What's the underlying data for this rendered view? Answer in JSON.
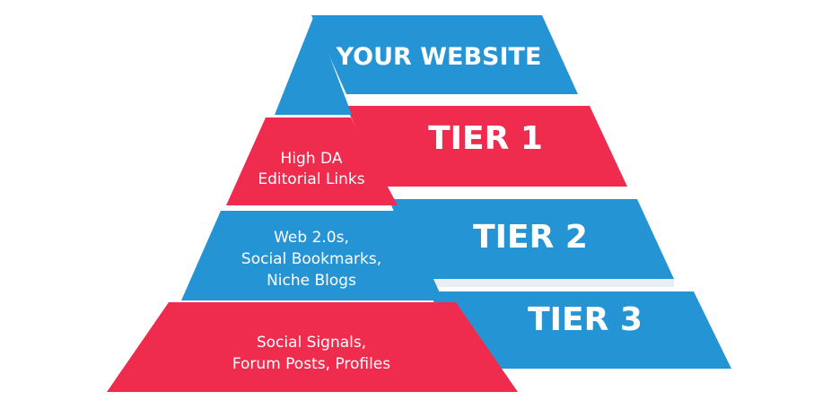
{
  "colors": {
    "blue": "#2594d5",
    "red": "#ef2b4e",
    "background": "#ffffff"
  },
  "pyramid": {
    "top": {
      "label": "YOUR WEBSITE"
    },
    "tiers": [
      {
        "label": "TIER 1",
        "description_lines": [
          "High DA",
          "Editorial Links"
        ]
      },
      {
        "label": "TIER 2",
        "description_lines": [
          "Web 2.0s,",
          "Social Bookmarks,",
          "Niche Blogs"
        ]
      },
      {
        "label": "TIER 3",
        "description_lines": [
          "Social Signals,",
          "Forum Posts, Profiles"
        ]
      }
    ]
  }
}
